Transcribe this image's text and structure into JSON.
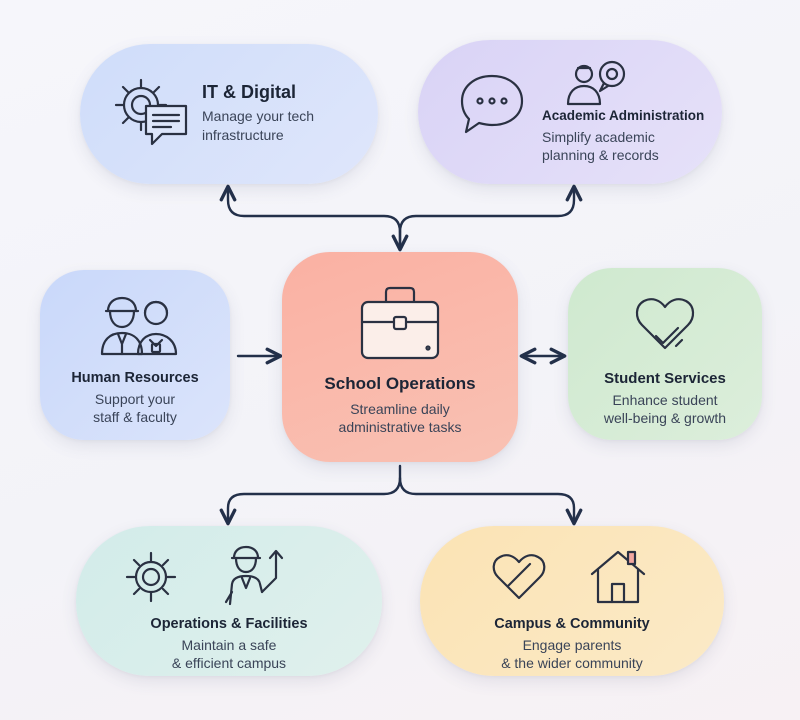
{
  "nodes": {
    "it": {
      "title": "IT & Digital",
      "desc1": "Manage your tech",
      "desc2": "infrastructure"
    },
    "academic": {
      "title": "Academic Administration",
      "desc1": "Simplify academic",
      "desc2": "planning & records"
    },
    "hr": {
      "title": "Human Resources",
      "desc1": "Support your",
      "desc2": "staff & faculty"
    },
    "center": {
      "title": "School Operations",
      "desc1": "Streamline daily",
      "desc2": "administrative tasks"
    },
    "student": {
      "title": "Student Services",
      "desc1": "Enhance student",
      "desc2": "well-being & growth"
    },
    "operations": {
      "title": "Operations & Facilities",
      "desc1": "Maintain a safe",
      "desc2": "& efficient campus"
    },
    "campus": {
      "title": "Campus & Community",
      "desc1": "Engage parents",
      "desc2": "& the wider community"
    }
  },
  "icons": {
    "it": [
      "gear-icon",
      "chat-icon"
    ],
    "academic": [
      "speech-bubble-icon",
      "person-chat-icon"
    ],
    "hr": [
      "staff-people-icon"
    ],
    "center": [
      "briefcase-icon"
    ],
    "student": [
      "heart-check-icon"
    ],
    "operations": [
      "gear-icon",
      "worker-icon"
    ],
    "campus": [
      "heart-icon",
      "house-icon"
    ]
  },
  "colors": {
    "line": "#23304a",
    "it": "#d6e1fa",
    "academic": "#ddd8f7",
    "hr": "#d0ddfa",
    "center": "#f9b7a9",
    "student": "#d4ebd3",
    "operations": "#d8eeeb",
    "campus": "#fbe6bd"
  }
}
